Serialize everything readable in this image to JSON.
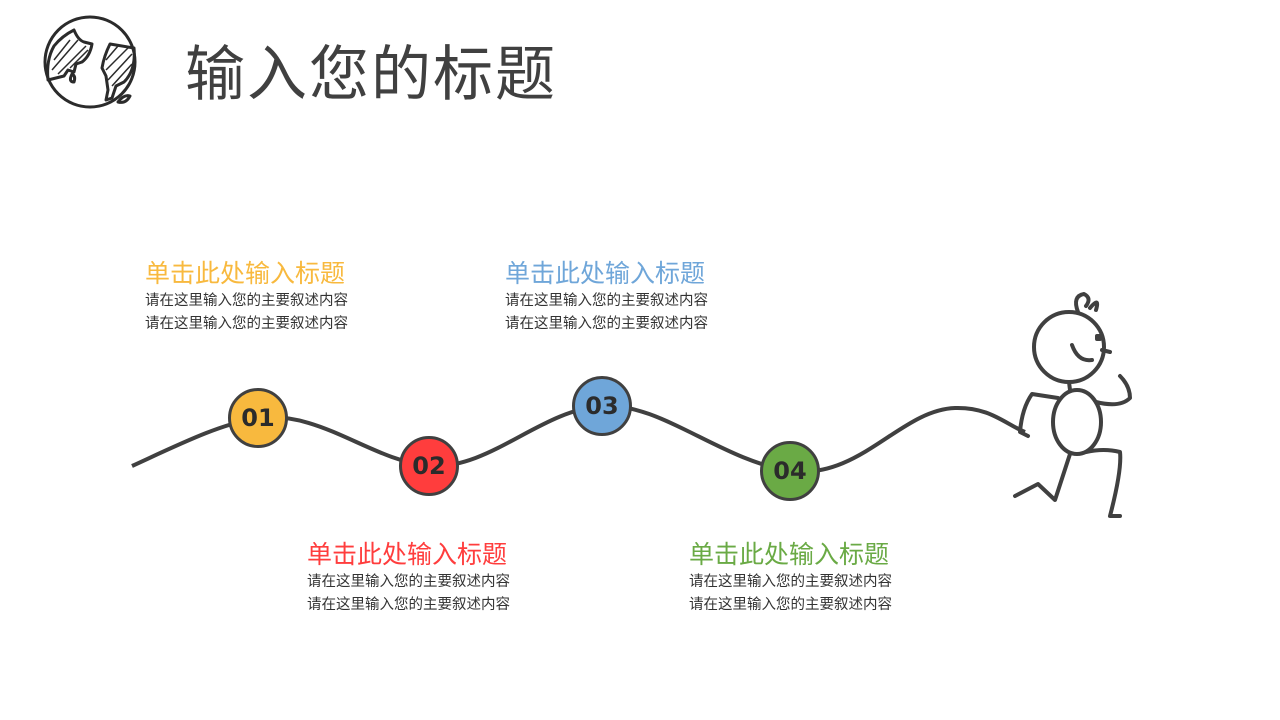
{
  "title": "输入您的标题",
  "colors": {
    "orange": "#F8B93E",
    "red": "#FF3D3D",
    "blue": "#6FA6D9",
    "green": "#6AAA45",
    "ink": "#404040"
  },
  "steps": [
    {
      "num": "01",
      "heading": "单击此处输入标题",
      "lines": [
        "请在这里输入您的主要叙述内容",
        "请在这里输入您的主要叙述内容"
      ]
    },
    {
      "num": "02",
      "heading": "单击此处输入标题",
      "lines": [
        "请在这里输入您的主要叙述内容",
        "请在这里输入您的主要叙述内容"
      ]
    },
    {
      "num": "03",
      "heading": "单击此处输入标题",
      "lines": [
        "请在这里输入您的主要叙述内容",
        "请在这里输入您的主要叙述内容"
      ]
    },
    {
      "num": "04",
      "heading": "单击此处输入标题",
      "lines": [
        "请在这里输入您的主要叙述内容",
        "请在这里输入您的主要叙述内容"
      ]
    }
  ],
  "icons": {
    "logo": "globe-icon",
    "figure": "running-stick-figure"
  }
}
